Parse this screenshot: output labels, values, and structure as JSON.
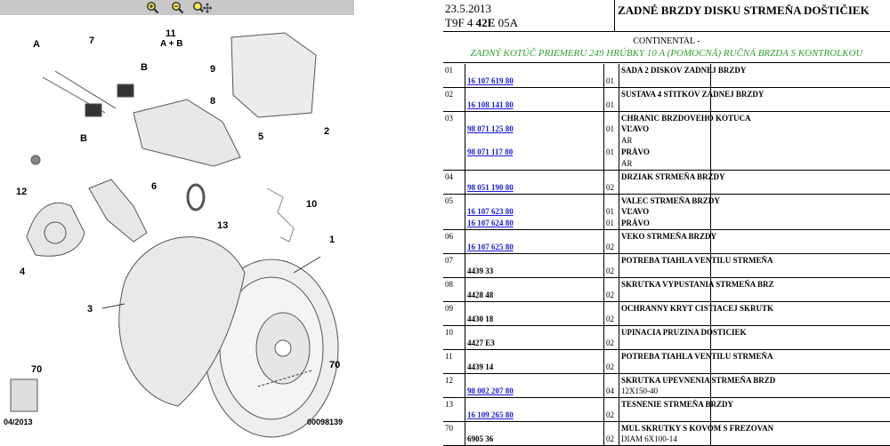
{
  "diagram": {
    "labels": [
      "A",
      "7",
      "11",
      "A + B",
      "B",
      "9",
      "8",
      "2",
      "5",
      "B",
      "12",
      "6",
      "10",
      "13",
      "4",
      "3",
      "1",
      "70",
      "70"
    ],
    "footer_left": "04/2013",
    "footer_right": "00098139"
  },
  "header": {
    "date": "23.5.2013",
    "code_pre": "T9F 4 ",
    "code_bold": "42E",
    "code_post": " 05A",
    "title": "ZADNÉ BRZDY DISKU STRMEŇA DOŠTIČIEK"
  },
  "subheader": {
    "line1": "CONTINENTAL -",
    "line2": "ZADNÝ KOTÚČ PRIEMERU 249 HRÚBKY 10 A (POMOCNÁ) RUČNÁ BRZDA S KONTROLKOU"
  },
  "rows": [
    {
      "num": "01",
      "title": "SADA 2 DISKOV ZADNEJ BRZDY",
      "lines": [
        {
          "ref": "16 107 619 80",
          "link": true,
          "qty": "01",
          "desc": ""
        }
      ]
    },
    {
      "num": "02",
      "title": "SUSTAVA 4 STITKOV ZADNEJ BRZDY",
      "lines": [
        {
          "ref": "16 108 141 80",
          "link": true,
          "qty": "01",
          "desc": ""
        }
      ]
    },
    {
      "num": "03",
      "title": "CHRANIC BRZDOVEHO KOTUCA",
      "lines": [
        {
          "ref": "98 071 125 80",
          "link": true,
          "qty": "01",
          "desc": "VĽAVO"
        },
        {
          "ref": "",
          "link": false,
          "qty": "",
          "desc": "AR"
        },
        {
          "ref": "98 071 117 80",
          "link": true,
          "qty": "01",
          "desc": "PRÁVO"
        },
        {
          "ref": "",
          "link": false,
          "qty": "",
          "desc": "AR"
        }
      ]
    },
    {
      "num": "04",
      "title": "DRZIAK STRMEŇA BRZDY",
      "lines": [
        {
          "ref": "98 051 190 80",
          "link": true,
          "qty": "02",
          "desc": ""
        }
      ]
    },
    {
      "num": "05",
      "title": "VALEC STRMEŇA BRZDY",
      "lines": [
        {
          "ref": "16 107 623 80",
          "link": true,
          "qty": "01",
          "desc": "VĽAVO"
        },
        {
          "ref": "16 107 624 80",
          "link": true,
          "qty": "01",
          "desc": "PRÁVO"
        }
      ]
    },
    {
      "num": "06",
      "title": "VEKO STRMEŇA BRZDY",
      "lines": [
        {
          "ref": "16 107 625 80",
          "link": true,
          "qty": "02",
          "desc": ""
        }
      ]
    },
    {
      "num": "07",
      "title": "POTREBA TIAHLA VENTILU STRMEŇA",
      "lines": [
        {
          "ref": "4439 33",
          "link": false,
          "qty": "02",
          "desc": ""
        }
      ]
    },
    {
      "num": "08",
      "title": "SKRUTKA VYPUSTANIA STRMEŇA BRZ",
      "lines": [
        {
          "ref": "4428 48",
          "link": false,
          "qty": "02",
          "desc": ""
        }
      ]
    },
    {
      "num": "09",
      "title": "OCHRANNY KRYT CISTIACEJ SKRUTK",
      "lines": [
        {
          "ref": "4430 18",
          "link": false,
          "qty": "02",
          "desc": ""
        }
      ]
    },
    {
      "num": "10",
      "title": "UPINACIA PRUZINA DOSTICIEK",
      "lines": [
        {
          "ref": "4427 E3",
          "link": false,
          "qty": "02",
          "desc": ""
        }
      ]
    },
    {
      "num": "11",
      "title": "POTREBA TIAHLA VENTILU STRMEŇA",
      "lines": [
        {
          "ref": "4439 14",
          "link": false,
          "qty": "02",
          "desc": ""
        }
      ]
    },
    {
      "num": "12",
      "title": "SKRUTKA UPEVNENIA STRMEŇA BRZD",
      "lines": [
        {
          "ref": "98 002 207 80",
          "link": true,
          "qty": "04",
          "desc": "12X150-40"
        }
      ]
    },
    {
      "num": "13",
      "title": "TESNENIE STRMEŇA BRZDY",
      "lines": [
        {
          "ref": "16 109 265 80",
          "link": true,
          "qty": "02",
          "desc": ""
        }
      ]
    },
    {
      "num": "70",
      "title": "MUL SKRUTKY S KOVOM S FREZOVAN",
      "lines": [
        {
          "ref": "6905 36",
          "link": false,
          "qty": "02",
          "desc": "DIAM 6X100-14"
        }
      ]
    }
  ],
  "colors": {
    "link": "#1a1ad6",
    "subtitle": "#2e9e2e",
    "toolbar": "#c8c8c8"
  },
  "icons": [
    "zoom-in-icon",
    "zoom-out-icon",
    "zoom-move-icon"
  ]
}
